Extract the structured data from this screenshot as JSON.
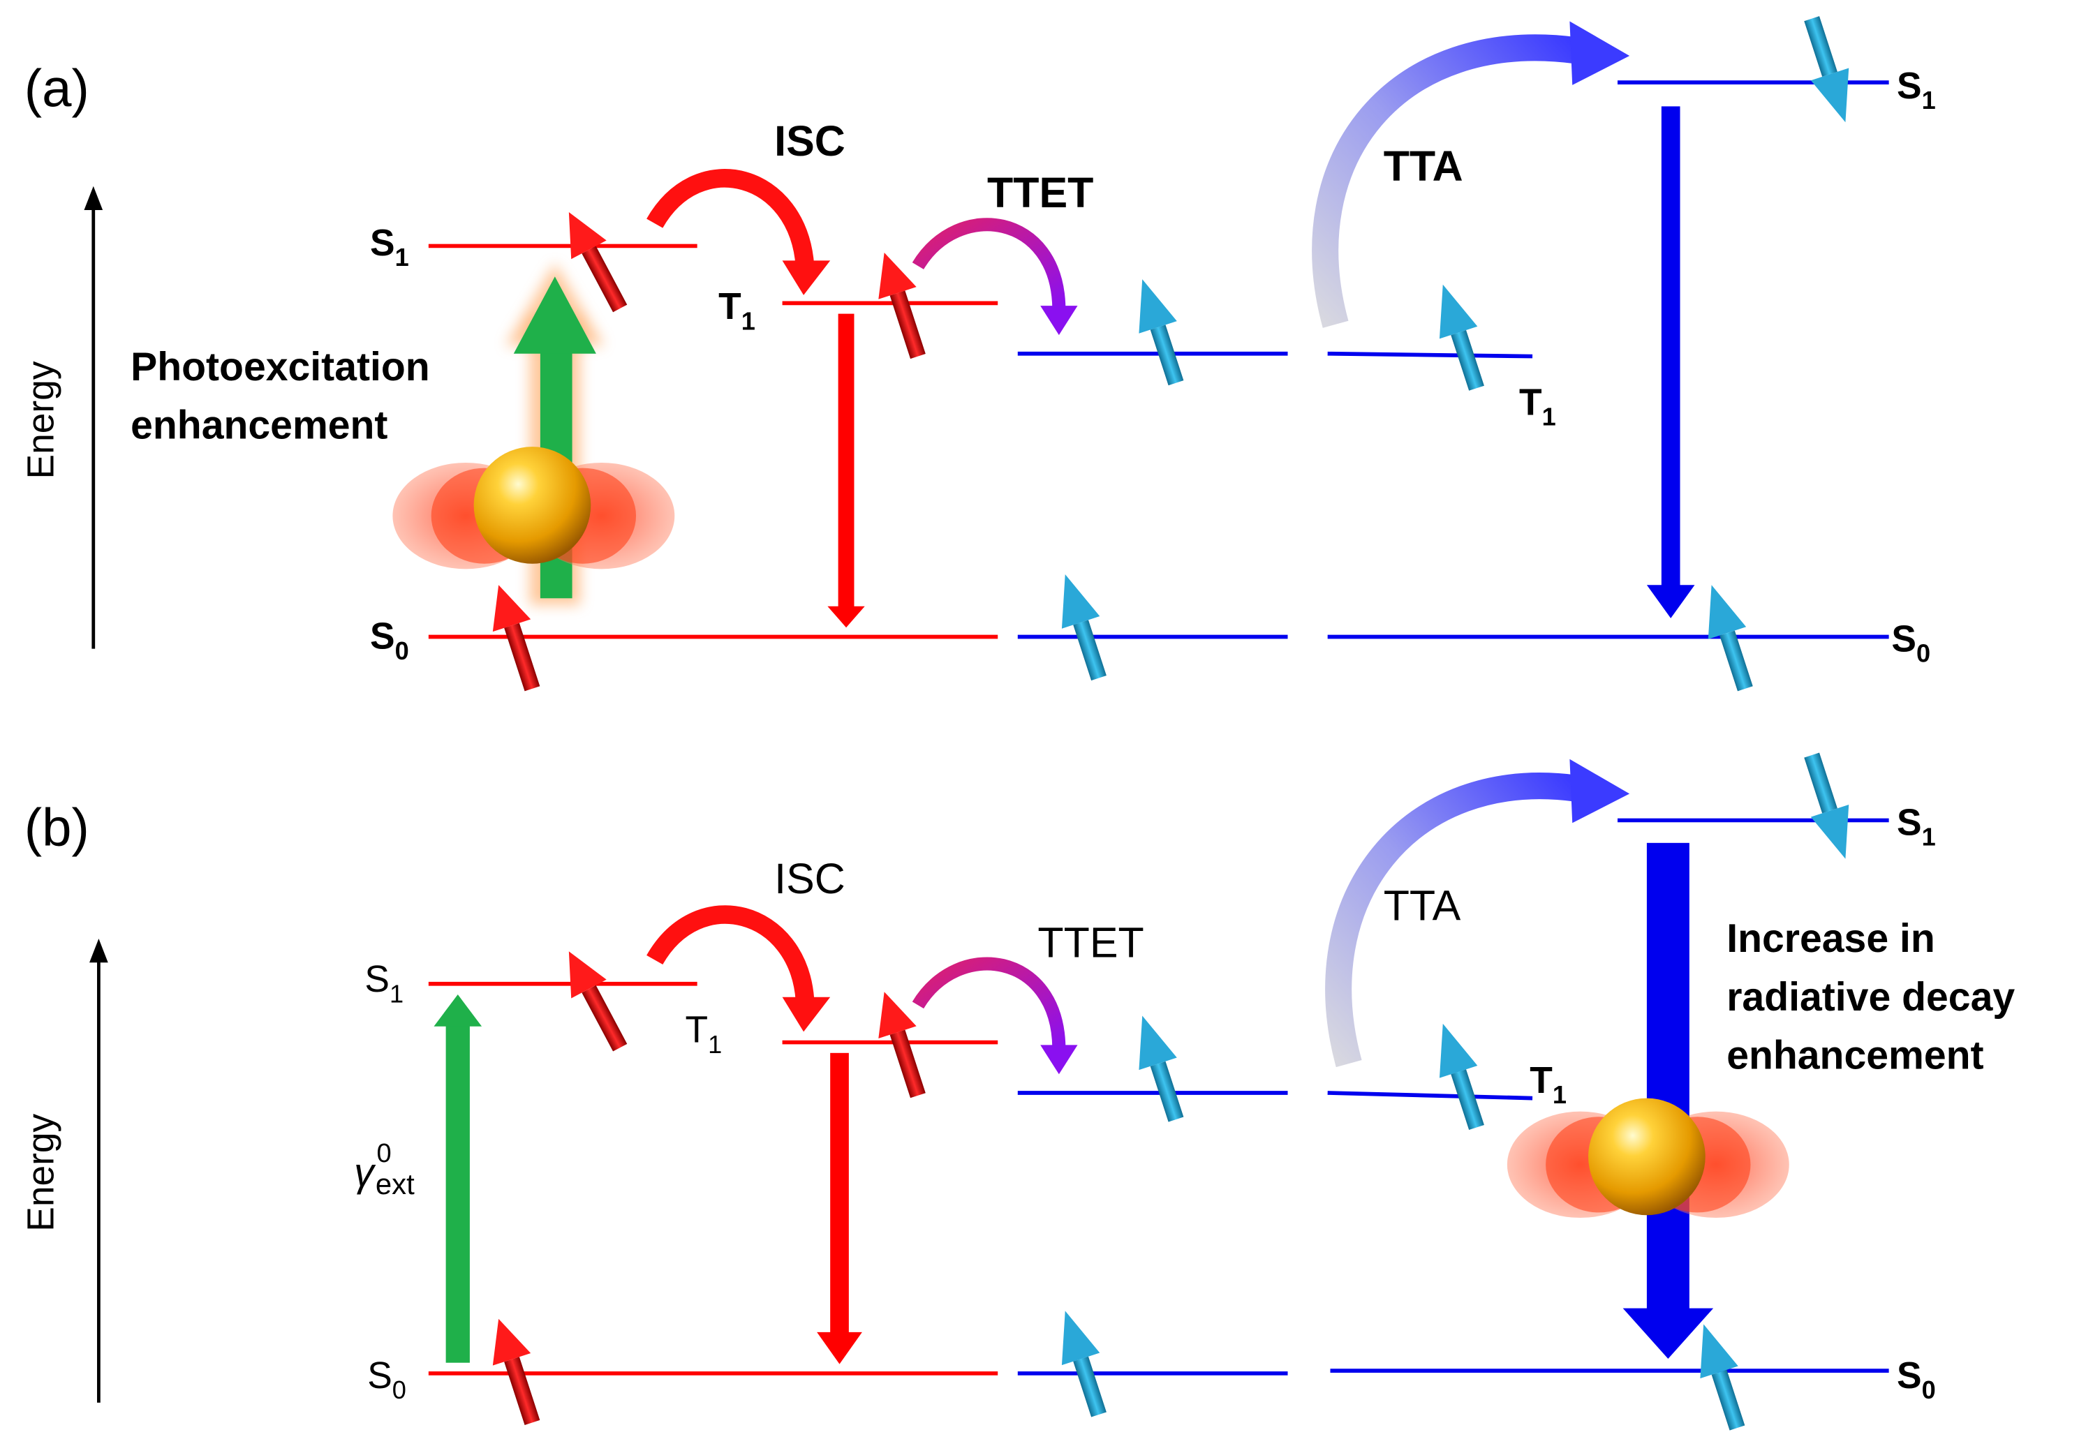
{
  "panels": {
    "a": {
      "label": "(a)",
      "energy_axis": "Energy",
      "sens_s1": "S",
      "sens_s1_sub": "1",
      "sens_t1": "T",
      "sens_t1_sub": "1",
      "sens_s0": "S",
      "sens_s0_sub": "0",
      "isc": "ISC",
      "ttet": "TTET",
      "tta": "TTA",
      "ann_t1": "T",
      "ann_t1_sub": "1",
      "ann_s1": "S",
      "ann_s1_sub": "1",
      "ann_s0": "S",
      "ann_s0_sub": "0",
      "enhancement_line1": "Photoexcitation",
      "enhancement_line2": "enhancement"
    },
    "b": {
      "label": "(b)",
      "energy_axis": "Energy",
      "sens_s1": "S",
      "sens_s1_sub": "1",
      "sens_t1": "T",
      "sens_t1_sub": "1",
      "sens_s0": "S",
      "sens_s0_sub": "0",
      "isc": "ISC",
      "ttet": "TTET",
      "tta": "TTA",
      "ann_t1": "T",
      "ann_t1_sub": "1",
      "ann_s1": "S",
      "ann_s1_sub": "1",
      "ann_s0": "S",
      "ann_s0_sub": "0",
      "gamma_symbol": "γ",
      "gamma_sup": "0",
      "gamma_sub": "ext",
      "enhancement_line1": "Increase in",
      "enhancement_line2": "radiative decay",
      "enhancement_line3": "enhancement"
    }
  },
  "colors": {
    "sensitizer": "#ff0000",
    "annihilator": "#0000ee",
    "excitation": "#1fb04a",
    "spin_red": "#e0141a",
    "spin_blue": "#2aa8d8",
    "tta_arrow": "#6a6af0",
    "ttet_arrow": "#b020c0",
    "nanoparticle": "#f2b000",
    "plasmon_lobe": "#ff5533"
  }
}
